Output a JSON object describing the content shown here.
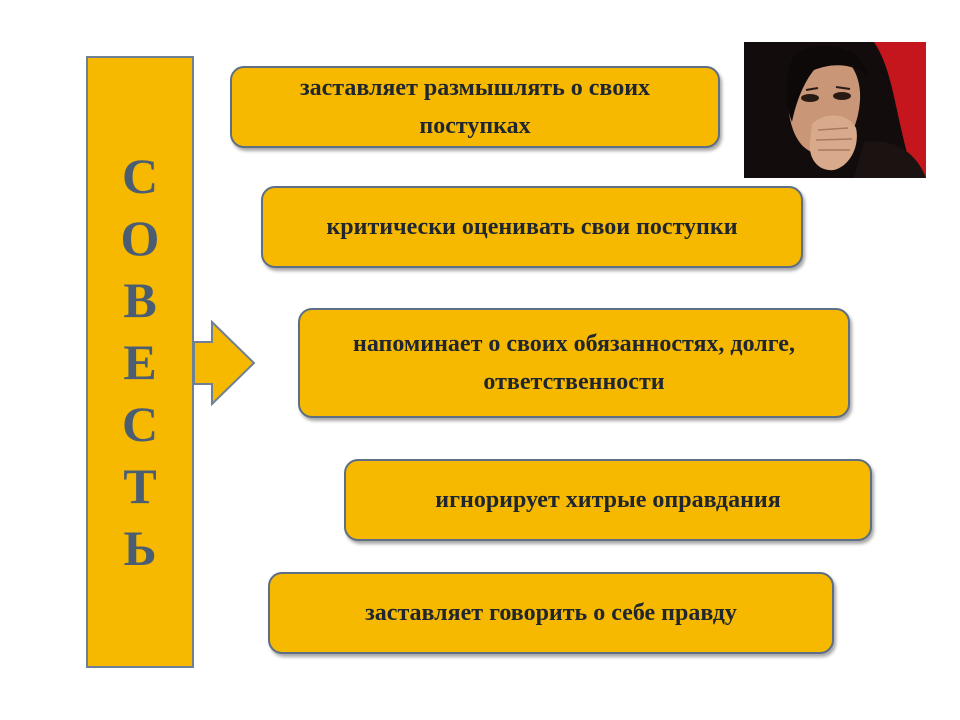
{
  "title_word": [
    "С",
    "О",
    "В",
    "Е",
    "С",
    "Т",
    "Ь"
  ],
  "items": [
    {
      "text": "заставляет размышлять о своих поступках"
    },
    {
      "text": "критически оценивать свои поступки"
    },
    {
      "text": "напоминает о своих обязанностях, долге, ответственности"
    },
    {
      "text": "игнорирует хитрые оправдания"
    },
    {
      "text": "заставляет говорить о себе правду"
    }
  ],
  "colors": {
    "box_fill": "#f6b900",
    "border": "#5d6f84",
    "letters": "#4a5d73",
    "photo_bg": "#c4161c"
  },
  "photo": {
    "subject": "woman-thinking-photo"
  }
}
